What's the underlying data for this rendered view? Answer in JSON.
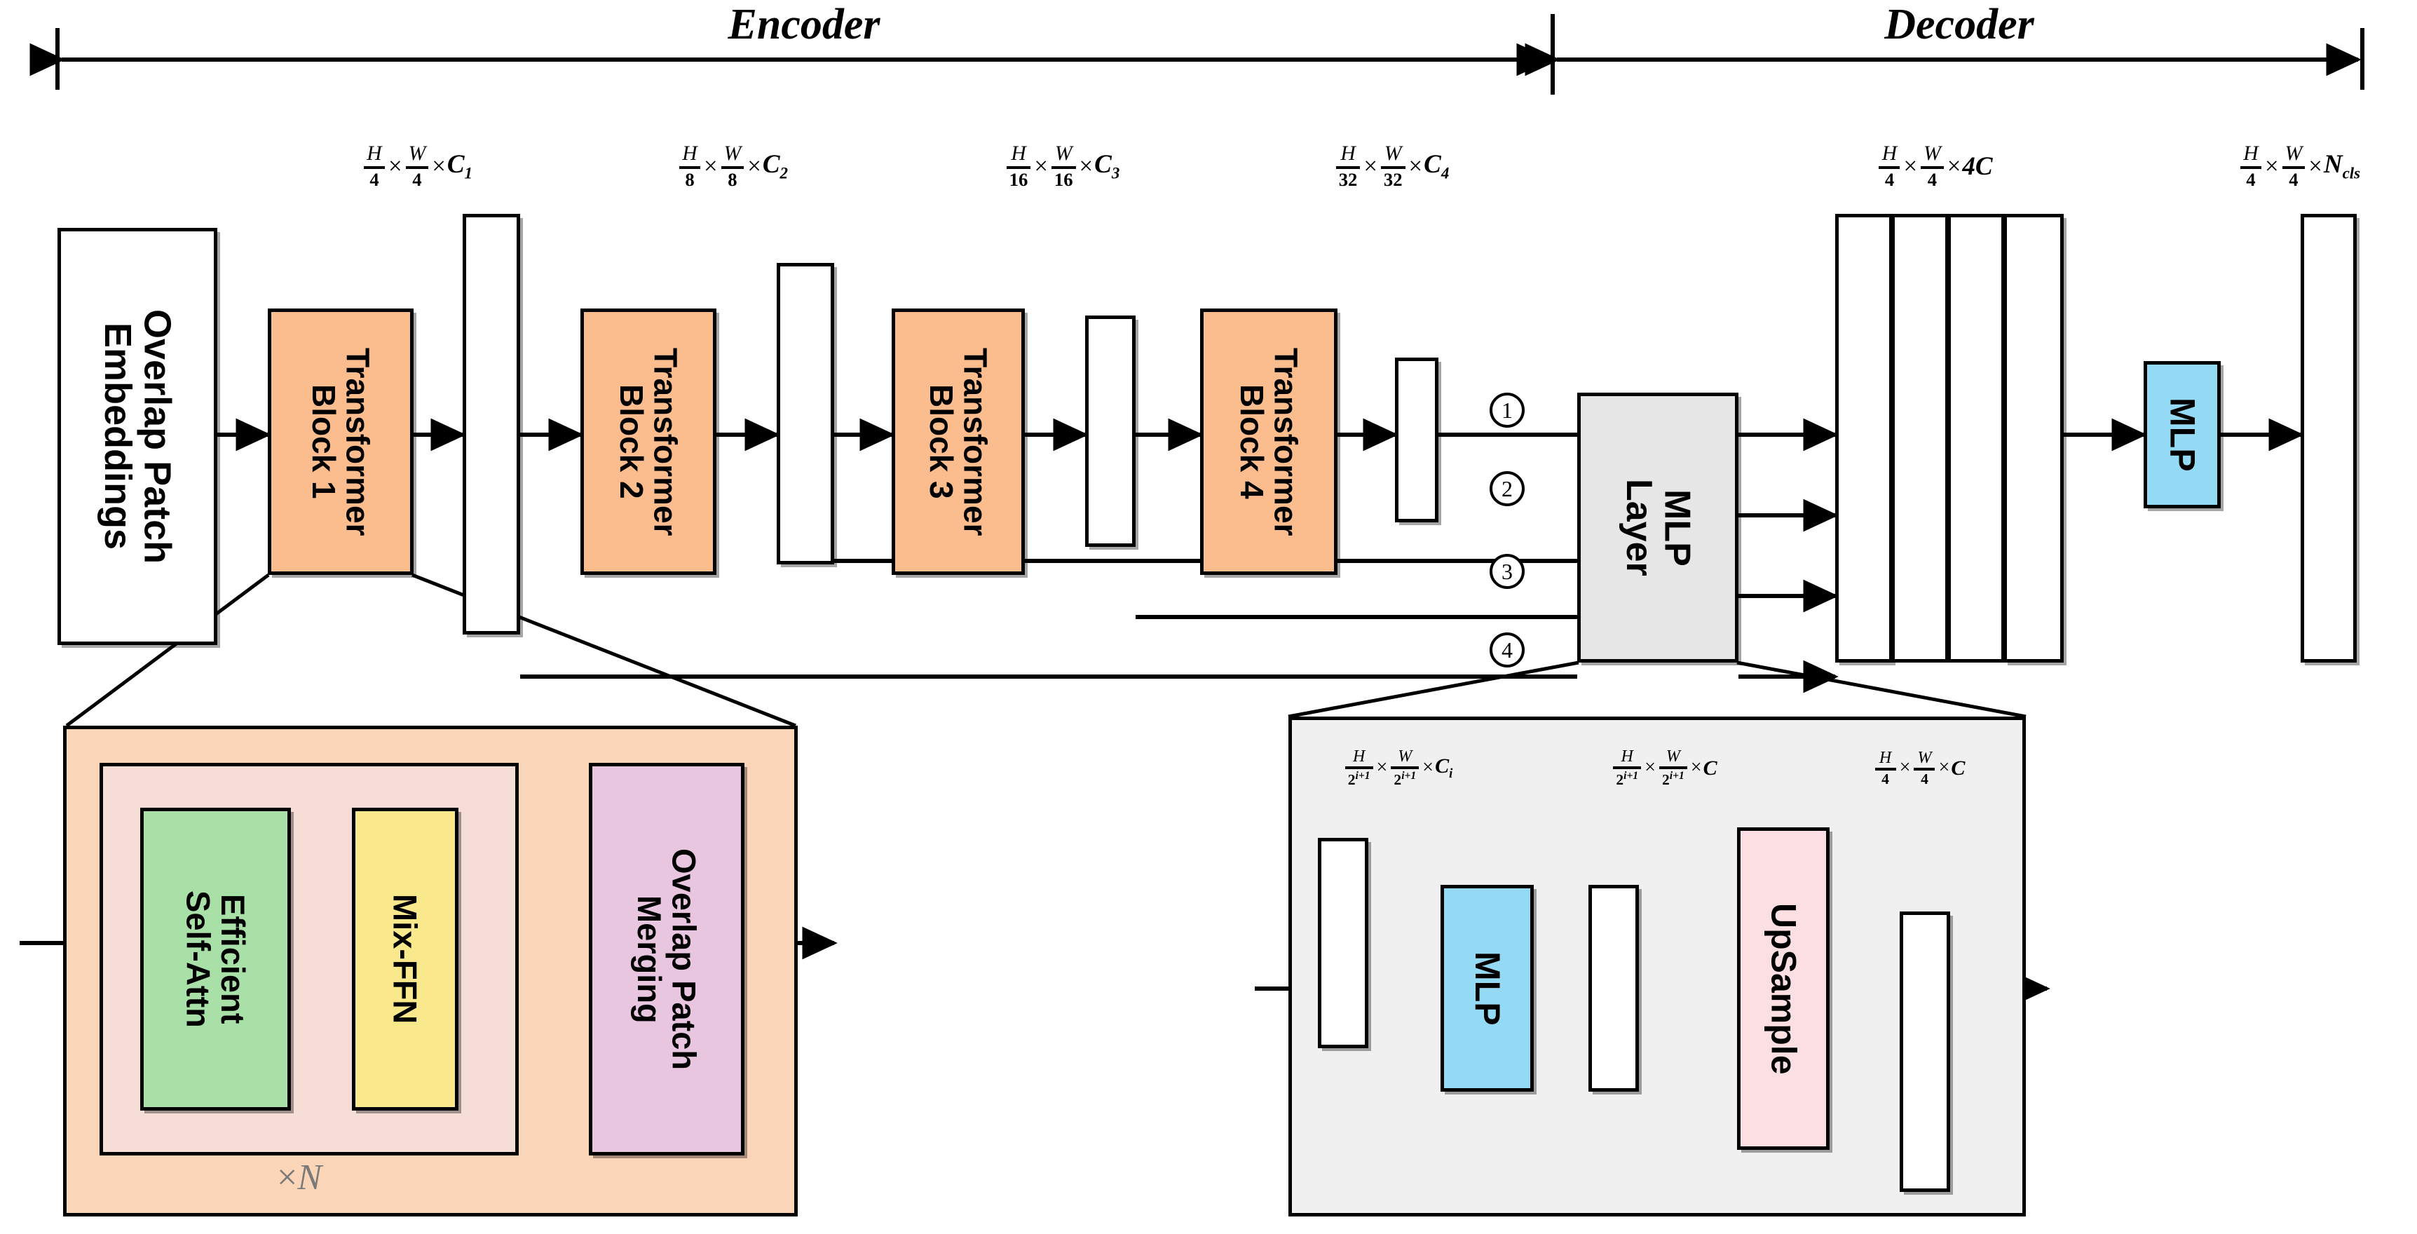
{
  "figure": {
    "title": "SegFormer architecture diagram",
    "sections": {
      "encoder_label": "Encoder",
      "decoder_label": "Decoder"
    }
  },
  "encoder": {
    "input_block": {
      "label": "Overlap Patch\nEmbeddings"
    },
    "transformer_blocks": [
      {
        "label": "Transformer\nBlock 1",
        "color": "#FBBC8E"
      },
      {
        "label": "Transformer\nBlock 2",
        "color": "#FBBC8E"
      },
      {
        "label": "Transformer\nBlock 3",
        "color": "#FBBC8E"
      },
      {
        "label": "Transformer\nBlock 4",
        "color": "#FBBC8E"
      }
    ],
    "stage_dims": [
      {
        "num1": "H",
        "den1": "4",
        "num2": "W",
        "den2": "4",
        "channels": "C",
        "channels_sub": "1"
      },
      {
        "num1": "H",
        "den1": "8",
        "num2": "W",
        "den2": "8",
        "channels": "C",
        "channels_sub": "2"
      },
      {
        "num1": "H",
        "den1": "16",
        "num2": "W",
        "den2": "16",
        "channels": "C",
        "channels_sub": "3"
      },
      {
        "num1": "H",
        "den1": "32",
        "num2": "W",
        "den2": "32",
        "channels": "C",
        "channels_sub": "4"
      }
    ],
    "skip_markers": [
      "1",
      "2",
      "3",
      "4"
    ]
  },
  "decoder": {
    "mlp_layer_block": {
      "label": "MLP\nLayer",
      "color": "#E6E6E6"
    },
    "mlp_head_block": {
      "label": "MLP",
      "color": "#95DAF5"
    },
    "concat_dim": {
      "num1": "H",
      "den1": "4",
      "num2": "W",
      "den2": "4",
      "channels": "4C"
    },
    "output_dim": {
      "num1": "H",
      "den1": "4",
      "num2": "W",
      "den2": "4",
      "channels": "N",
      "channels_sub": "cls"
    }
  },
  "transformer_detail": {
    "repeat_label_prefix": "×",
    "repeat_label_var": "N",
    "blocks": [
      {
        "label": "Efficient\nSelf-Attn",
        "color": "#A8E0A8"
      },
      {
        "label": "Mix-FFN",
        "color": "#FAE88C"
      },
      {
        "label": "Overlap Patch\nMerging",
        "color": "#E8C6E0"
      }
    ]
  },
  "mlp_detail": {
    "blocks": [
      {
        "label": "MLP",
        "color": "#95DAF5"
      },
      {
        "label": "UpSample",
        "color": "#FBDFE2"
      }
    ],
    "dims": [
      {
        "num1": "H",
        "den1": "2",
        "den1_sup": "i+1",
        "num2": "W",
        "den2": "2",
        "den2_sup": "i+1",
        "channels": "C",
        "channels_sub": "i"
      },
      {
        "num1": "H",
        "den1": "2",
        "den1_sup": "i+1",
        "num2": "W",
        "den2": "2",
        "den2_sup": "i+1",
        "channels": "C"
      },
      {
        "num1": "H",
        "den1": "4",
        "num2": "W",
        "den2": "4",
        "channels": "C"
      }
    ]
  },
  "colors": {
    "orange_block": "#FBBC8E",
    "orange_panel": "#FBD5B8",
    "inner_panel": "#F6DED6",
    "green": "#A8E0A8",
    "yellow": "#FAE88C",
    "purple": "#E8C6E0",
    "blue": "#95DAF5",
    "pink": "#FBDFE2",
    "grey_block": "#E6E6E6",
    "grey_panel": "#F0F0F0",
    "stroke": "#000000",
    "xn_text": "#7A7A7A"
  }
}
